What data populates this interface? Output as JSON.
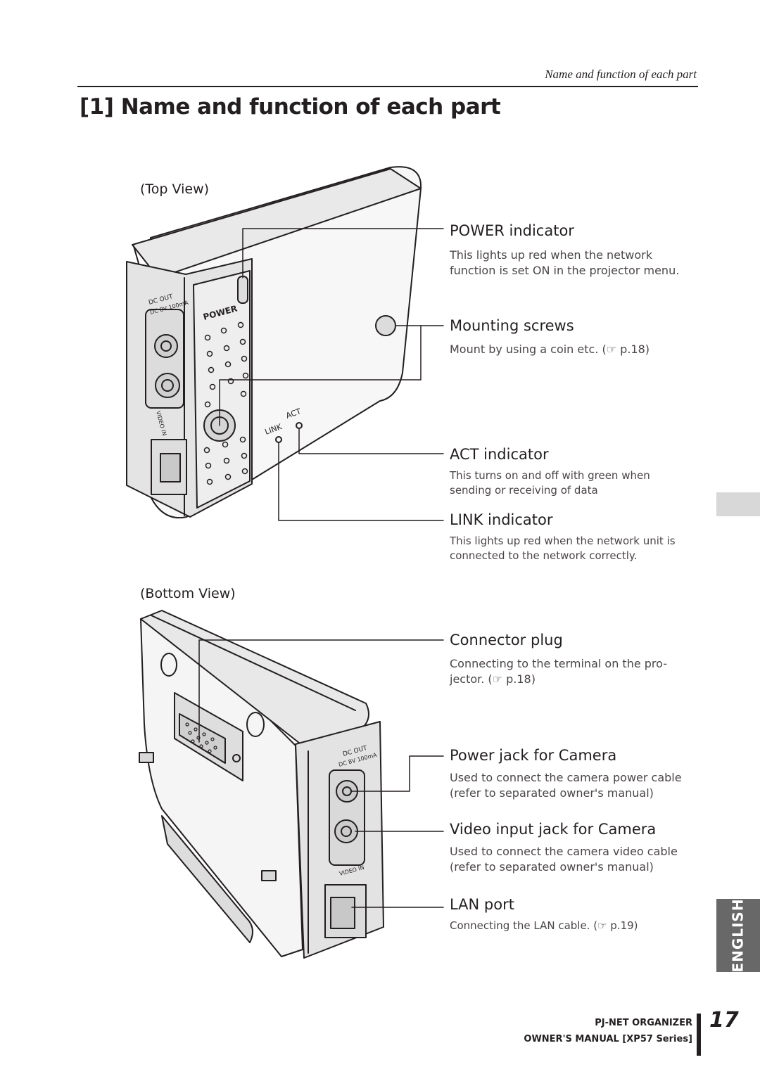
{
  "header": {
    "section": "Name and function of each part"
  },
  "page_title": "[1] Name and function of each part",
  "top_view": {
    "title": "(Top View)",
    "device_labels": {
      "power": "POWER",
      "dc_out": "DC OUT",
      "dc_spec": "DC 8V 100mA",
      "video_in": "VIDEO IN",
      "link": "LINK",
      "act": "ACT"
    },
    "parts": [
      {
        "title": "POWER indicator",
        "desc": "This lights up red when the network function is set ON in the projector menu."
      },
      {
        "title": "Mounting screws",
        "desc": "Mount by using a coin etc. (☞ p.18)"
      },
      {
        "title": "ACT indicator",
        "desc": "This turns on and off with green when sending or receiving of data"
      },
      {
        "title": "LINK indicator",
        "desc": "This lights up red when the network unit is connected to the network correctly."
      }
    ]
  },
  "bottom_view": {
    "title": "(Bottom View)",
    "device_labels": {
      "dc_out": "DC OUT",
      "dc_spec": "DC 8V 100mA",
      "video_in": "VIDEO IN"
    },
    "parts": [
      {
        "title": "Connector plug",
        "desc": "Connecting to the terminal on the pro- jector. (☞ p.18)"
      },
      {
        "title": "Power jack for Camera",
        "desc": "Used to connect the camera power cable (refer to separated owner's manual)"
      },
      {
        "title": "Video input jack for Camera",
        "desc": "Used to connect the camera video cable (refer to separated owner's manual)"
      },
      {
        "title": "LAN port",
        "desc": "Connecting the LAN cable. (☞ p.19)"
      }
    ]
  },
  "side_tab": {
    "label": "ENGLISH"
  },
  "footer": {
    "product": "PJ-NET ORGANIZER",
    "manual": "OWNER'S MANUAL [XP57 Series]",
    "page_number": "17"
  }
}
